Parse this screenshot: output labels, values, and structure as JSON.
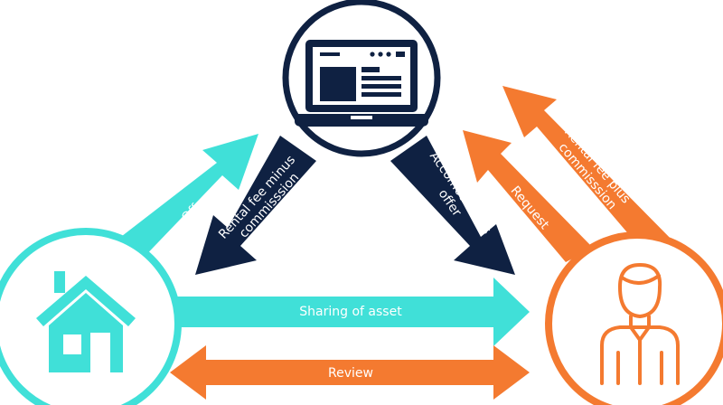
{
  "labels": {
    "offer": "Offer",
    "rental_minus_line1": "Rental fee minus",
    "rental_minus_line2": "commisssion",
    "accomodations_line1": "Accomodations",
    "accomodations_line2": "offer",
    "request": "Request",
    "rental_plus_line1": "Rental fee plus",
    "rental_plus_line2": "commisssion",
    "sharing": "Sharing of asset",
    "review": "Review"
  },
  "colors": {
    "teal": "#40E0D8",
    "navy": "#0F2142",
    "orange": "#F47A30",
    "white": "#FFFFFF"
  },
  "icons": {
    "platform": "laptop-icon",
    "owner": "house-icon",
    "guest": "person-icon"
  }
}
